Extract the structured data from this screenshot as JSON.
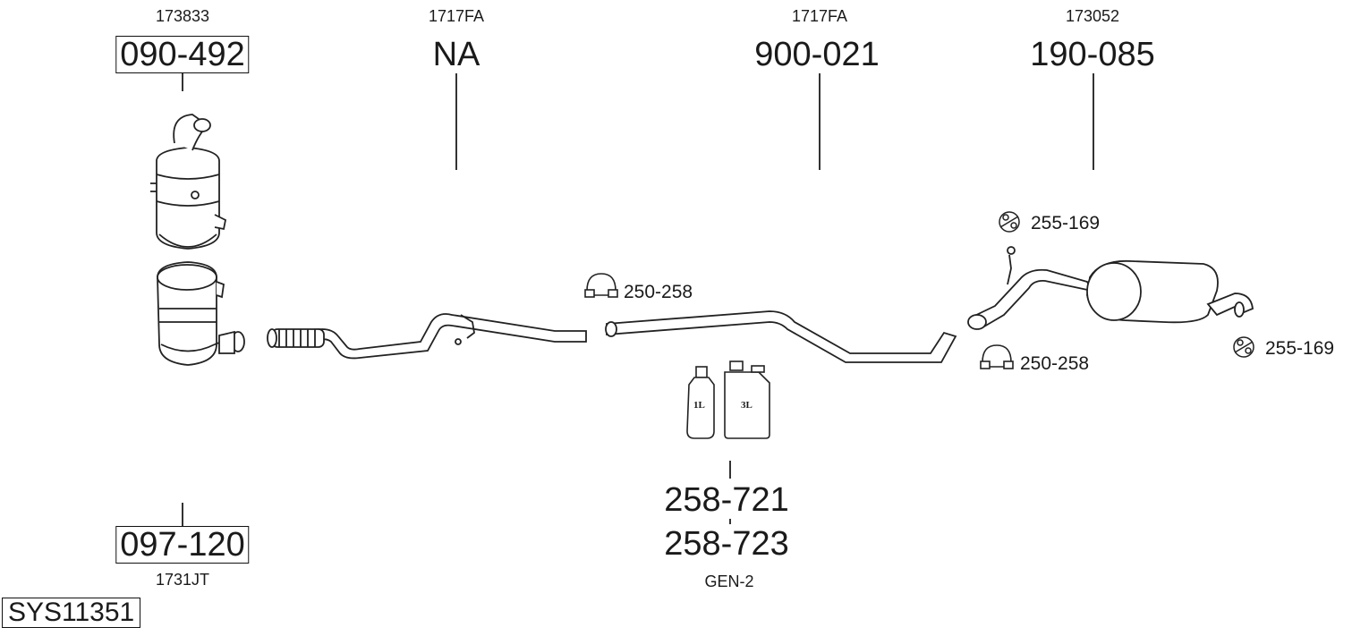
{
  "top_labels": [
    {
      "code": "173833",
      "part": "090-492"
    },
    {
      "code": "1717FA",
      "part": "NA"
    },
    {
      "code": "1717FA",
      "part": "900-021"
    },
    {
      "code": "173052",
      "part": "190-085"
    }
  ],
  "bottom_left": {
    "part": "097-120",
    "code": "1731JT"
  },
  "center_bottom": {
    "part1": "258-721",
    "part2": "258-723",
    "code": "GEN-2"
  },
  "clamp_labels": {
    "clamp_mid": "250-258",
    "clamp_right": "250-258"
  },
  "hanger_labels": {
    "hanger_top": "255-169",
    "hanger_right": "255-169"
  },
  "bottle_labels": {
    "small": "1L",
    "large": "3L"
  },
  "system_id": "SYS11351"
}
